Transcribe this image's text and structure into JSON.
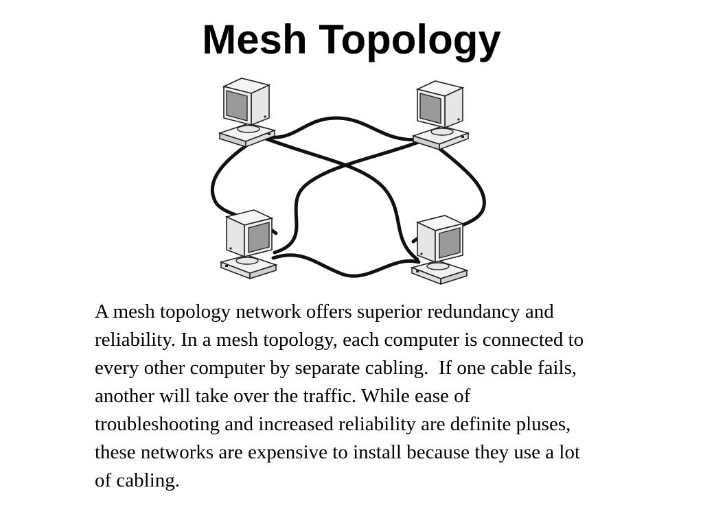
{
  "slide": {
    "title": "Mesh Topology",
    "description": "A mesh topology network offers superior redundancy and\nreliability. In a mesh topology, each computer is connected to\nevery other computer by separate cabling.  If one cable fails,\nanother will take over the traffic. While ease of\ntroubleshooting and increased reliability are definite pluses,\nthese networks are expensive to install because they use a lot\nof cabling."
  },
  "diagram": {
    "nodes": [
      {
        "id": "computer-top-left",
        "icon": "desktop-computer-icon"
      },
      {
        "id": "computer-top-right",
        "icon": "desktop-computer-icon"
      },
      {
        "id": "computer-bottom-left",
        "icon": "desktop-computer-icon"
      },
      {
        "id": "computer-bottom-right",
        "icon": "desktop-computer-icon"
      }
    ],
    "links": [
      [
        "computer-top-left",
        "computer-top-right"
      ],
      [
        "computer-top-left",
        "computer-bottom-left"
      ],
      [
        "computer-top-left",
        "computer-bottom-right"
      ],
      [
        "computer-top-right",
        "computer-bottom-left"
      ],
      [
        "computer-top-right",
        "computer-bottom-right"
      ],
      [
        "computer-bottom-left",
        "computer-bottom-right"
      ]
    ],
    "colors": {
      "cable": "#111111",
      "screen_face": "#9a9a9a",
      "casing": "#f2f2f2",
      "outline": "#222222"
    }
  }
}
